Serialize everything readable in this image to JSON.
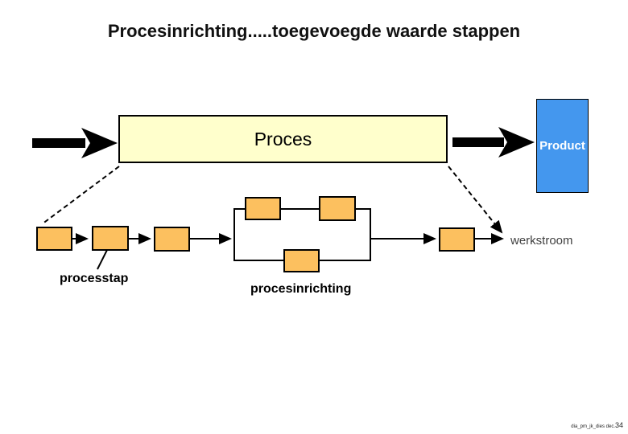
{
  "slide": {
    "title": "Procesinrichting.....toegevoegde waarde stappen"
  },
  "diagram": {
    "proces_box_label": "Proces",
    "product_box_label": "Product",
    "labels": {
      "processtap": "processtap",
      "procesinrichting": "procesinrichting",
      "werkstroom": "werkstroom"
    },
    "icons": [
      "block-arrow-right-icon (input to Proces)",
      "block-arrow-right-icon (Proces to Product)"
    ],
    "step_count": 7
  },
  "footer": {
    "text": "dia_pm_jk_dies dec.",
    "page_number": "34"
  },
  "colors": {
    "background": "#ffffff",
    "process_fill": "#ffffcc",
    "step_fill": "#fcc05f",
    "product_fill": "#4497ee",
    "line": "#000000"
  }
}
